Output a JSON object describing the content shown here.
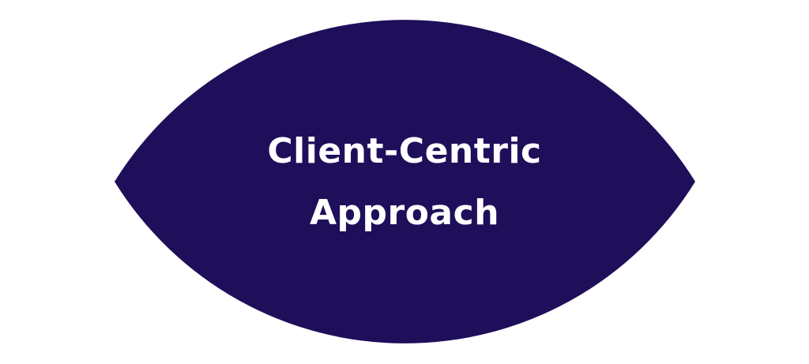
{
  "diagram": {
    "background_color": "#ffffff",
    "shape": {
      "type": "lens",
      "fill_color": "#1f0e5a",
      "text_color": "#ffffff",
      "label_line1": "Client-Centric",
      "label_line2": "Approach"
    }
  }
}
